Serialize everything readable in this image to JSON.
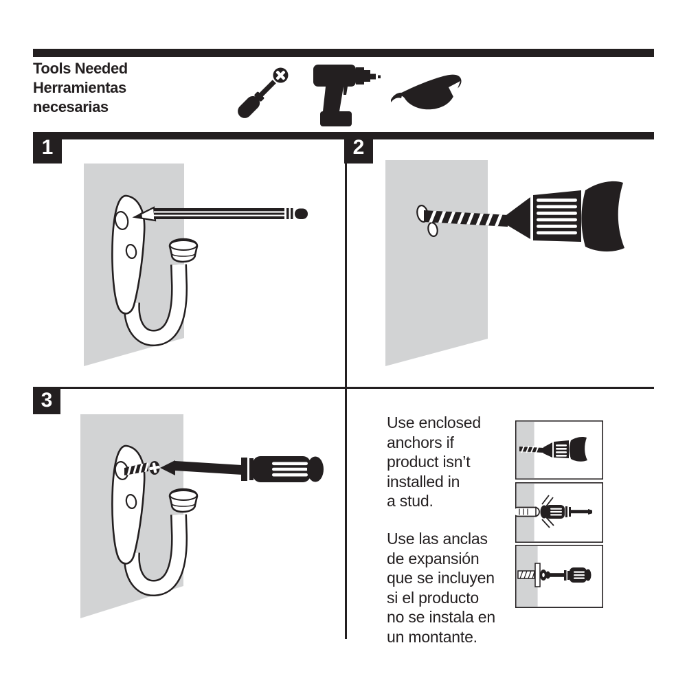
{
  "colors": {
    "ink": "#231f20",
    "wall_gray": "#d2d3d4",
    "paper": "#ffffff"
  },
  "header": {
    "title_lines": [
      "Tools Needed",
      "Herramientas",
      "necesarias"
    ],
    "tool_icons": [
      "phillips-screwdriver-icon",
      "power-drill-icon",
      "safety-glasses-icon"
    ]
  },
  "steps": [
    {
      "number": "1"
    },
    {
      "number": "2"
    },
    {
      "number": "3"
    }
  ],
  "anchor_note": {
    "en_lines": [
      "Use enclosed",
      "anchors if",
      "product isn’t",
      "installed in",
      "a stud."
    ],
    "es_lines": [
      "Use las anclas",
      "de expansión",
      "que se incluyen",
      "si el producto",
      "no se instala en",
      "un montante."
    ],
    "diagram_icons": [
      "drill-anchor-hole-icon",
      "tap-anchor-with-handle-icon",
      "drive-screw-into-anchor-icon"
    ]
  }
}
